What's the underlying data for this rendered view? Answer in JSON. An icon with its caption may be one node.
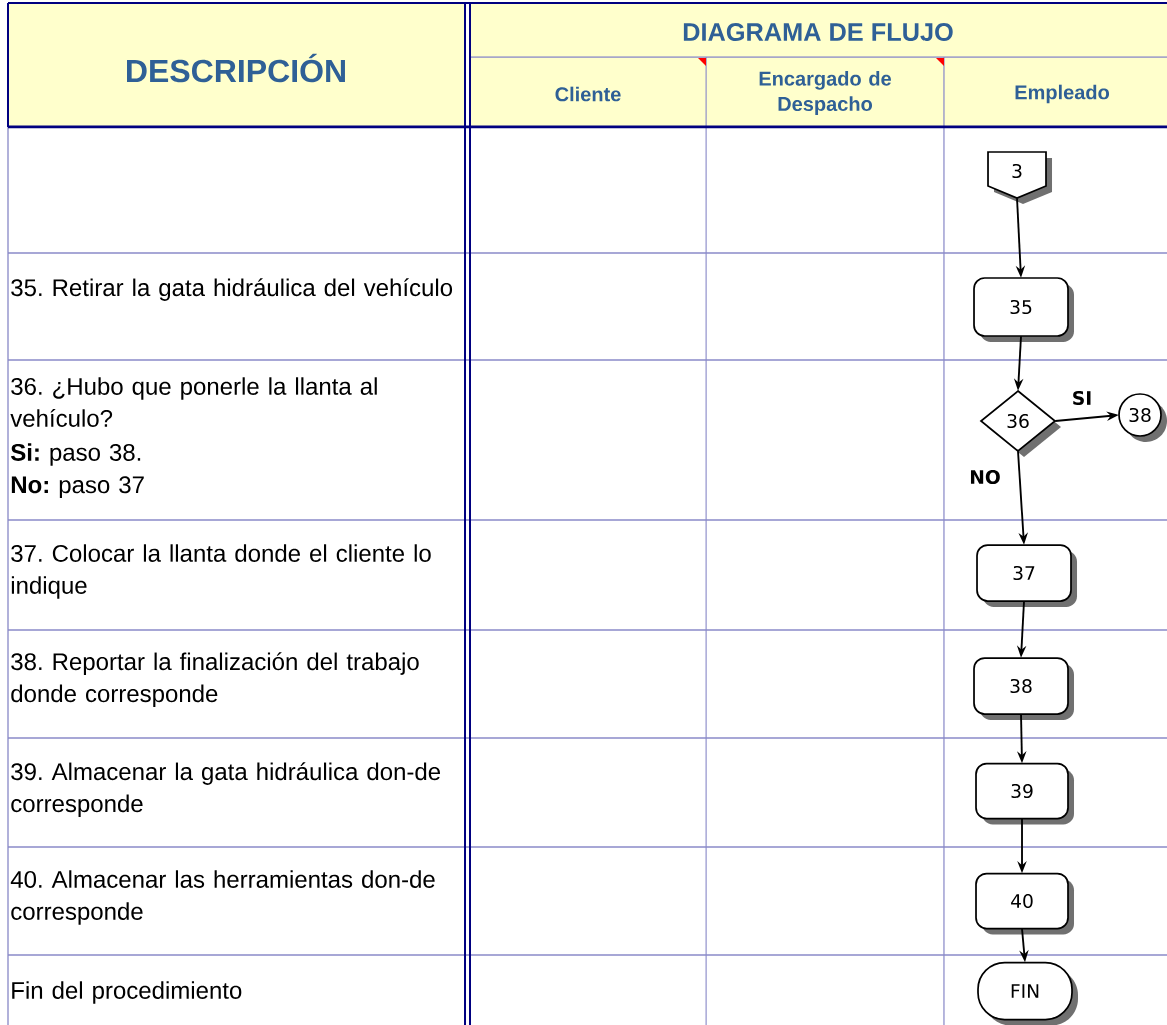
{
  "diagram": {
    "nodes": [
      {
        "text": [
          "3"
        ]
      },
      {
        "text": [
          "35"
        ]
      },
      {
        "text": [
          "36"
        ]
      },
      {
        "text": [
          "38"
        ]
      },
      {
        "text": [
          "37"
        ]
      },
      {
        "text": [
          "38"
        ]
      },
      {
        "text": [
          "39"
        ]
      },
      {
        "text": [
          "40"
        ]
      },
      {
        "text": [
          "FIN"
        ]
      }
    ],
    "edges": [
      {
        "from": 0,
        "to": 1,
        "arrow": "to"
      },
      {
        "from": 1,
        "to": 2,
        "arrow": "to"
      },
      {
        "from": 2,
        "to": 3,
        "arrow": "to",
        "label": "SI"
      },
      {
        "from": 2,
        "to": 4,
        "arrow": "to",
        "label": "NO"
      },
      {
        "from": 4,
        "to": 5,
        "arrow": "to"
      },
      {
        "from": 5,
        "to": 6,
        "arrow": "to"
      },
      {
        "from": 6,
        "to": 7,
        "arrow": "to"
      },
      {
        "from": 7,
        "to": 8,
        "arrow": "to"
      }
    ],
    "labels": [
      "DESCRIPCIÓN",
      "DIAGRAMA DE FLUJO",
      "Cliente",
      "Encargado de Despacho",
      "Empleado",
      "35. Retirar la gata hidráulica del vehículo",
      "36. ¿Hubo que ponerle la llanta al vehículo?",
      "**Si:** paso 38.",
      "**No:** paso 37",
      "37. Colocar la llanta donde el cliente lo indique",
      "38. Reportar la finalización del trabajo donde corresponde",
      "39. Almacenar la gata hidráulica don-de corresponde",
      "40. Almacenar las herramientas don-de corresponde",
      "Fin del procedimiento"
    ]
  }
}
